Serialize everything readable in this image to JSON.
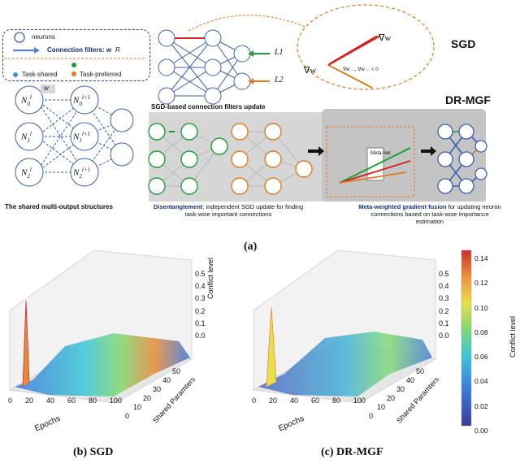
{
  "legend": {
    "neurons_label": "neurons",
    "connection_label": "Connection filters: w",
    "connection_math": "R",
    "task_shared_label": "Task-shared",
    "task_preferred_label": "Task-preferred"
  },
  "shared_structure": {
    "caption": "The shared multi-output structures",
    "nodes": [
      "N",
      "N",
      "N",
      "N",
      "N",
      "N"
    ],
    "node_subs": [
      "0",
      "1",
      "2",
      "0",
      "1",
      "2"
    ],
    "node_sups": [
      "l",
      "l",
      "l",
      "l+1",
      "l+1",
      "l+1"
    ],
    "weight_tag": "w"
  },
  "sgd": {
    "title": "SGD",
    "caption": "SGD-based connection filters update",
    "loss_labels": [
      "L1",
      "L2"
    ],
    "grad_label_1": "∇w",
    "grad_label_2": "∇w",
    "bubble_small": "∇w ..., ∇w ... < 0"
  },
  "drmgf": {
    "title": "DR-MGF",
    "meta_label": "Meta-Net",
    "disentangle_bold": "Disentanglement",
    "disentangle_rest": ": independent SGD update for finding task-wise important connections",
    "fusion_bold": "Meta-weighted gradient fusion",
    "fusion_rest": " for updating neuron connections based on task-wise importance estimation"
  },
  "panel_labels": {
    "a": "(a)",
    "b": "(b) SGD",
    "c": "(c) DR-MGF"
  },
  "plot_b": {
    "z_ticks": [
      "0.5",
      "0.4",
      "0.3",
      "0.2",
      "0.1",
      "0.0"
    ],
    "z_label": "Conflict level",
    "x_ticks": [
      "0",
      "20",
      "40",
      "60",
      "80",
      "100"
    ],
    "x_label": "Epochs",
    "y_ticks": [
      "0",
      "10",
      "20",
      "30",
      "40",
      "50"
    ],
    "y_label": "Shared Paramters"
  },
  "plot_c": {
    "z_ticks": [
      "0.5",
      "0.4",
      "0.3",
      "0.2",
      "0.1",
      "0.0"
    ],
    "x_ticks": [
      "0",
      "20",
      "40",
      "60",
      "80",
      "100"
    ],
    "x_label": "Epochs",
    "y_ticks": [
      "0",
      "10",
      "20",
      "30",
      "40",
      "50"
    ],
    "y_label": "Shared Paramters"
  },
  "colorbar": {
    "label": "Conflict level",
    "ticks": [
      "0.14",
      "0.12",
      "0.10",
      "0.08",
      "0.06",
      "0.04",
      "0.02",
      "0.00"
    ]
  },
  "colors": {
    "blue": "#3a5fb0",
    "green": "#1e9e3a",
    "orange": "#e07b25",
    "red": "#d42020",
    "dark": "#1f2f7a"
  }
}
